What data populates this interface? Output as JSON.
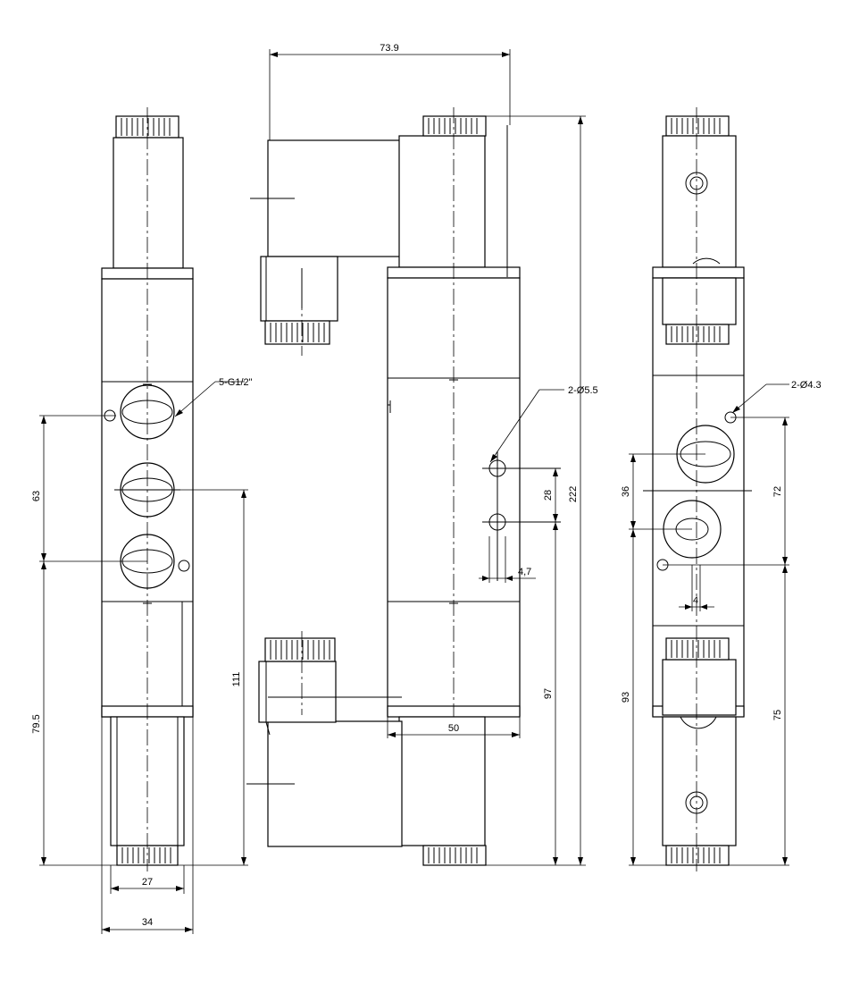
{
  "dimensions": {
    "top_width": "73.9",
    "port_label": "5-G1/2\"",
    "hole_label_front": "2-Ø5.5",
    "hole_label_right": "2-Ø4.3",
    "left_63": "63",
    "left_79_5": "79.5",
    "left_111": "111",
    "left_27": "27",
    "left_34": "34",
    "front_28": "28",
    "front_222": "222",
    "front_4_7": "4,7",
    "front_97": "97",
    "front_50": "50",
    "right_36": "36",
    "right_72": "72",
    "right_4": "4",
    "right_93": "93",
    "right_75": "75"
  }
}
